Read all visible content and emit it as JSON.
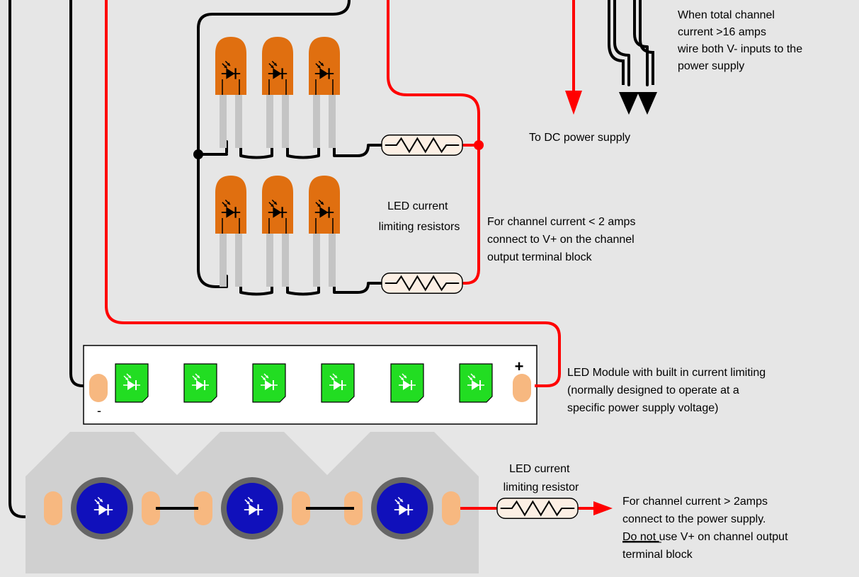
{
  "colors": {
    "background": "#e6e6e6",
    "wire_positive": "#ff0000",
    "wire_negative": "#000000",
    "led_orange": "#e06f10",
    "led_lead": "#c4c4c4",
    "resistor_body": "#fcefe4",
    "module_led": "#22dd22",
    "module_pad": "#f7b880",
    "power_led_blue": "#1010bb",
    "power_led_ring": "#666666",
    "power_led_octagon": "#d0d0d0",
    "junction_dot": "#000000"
  },
  "labels": {
    "v_minus_note": [
      "When total channel",
      "current >16 amps",
      "wire both V- inputs to the",
      "power supply"
    ],
    "dc_supply": "To DC power supply",
    "resistors_label": [
      "LED current",
      "limiting resistors"
    ],
    "low_current_note": [
      "For channel current < 2 amps",
      "connect to V+ on the channel",
      "output terminal block"
    ],
    "module_note": [
      "LED Module with built in current limiting",
      "(normally designed to operate at a",
      "specific power supply voltage)"
    ],
    "module_plus": "+",
    "module_minus": "-",
    "resistor_single": [
      "LED current",
      "limiting resistor"
    ],
    "high_current_note": {
      "line1": "For channel current > 2amps",
      "line2": "connect to the power supply.",
      "line3_underlined": "Do not ",
      "line3_rest": "use V+ on channel output",
      "line4": "terminal block"
    }
  },
  "icons": {
    "led_symbol": "led-diode-icon",
    "resistor": "resistor-zigzag-icon",
    "arrow": "arrow-down-icon"
  }
}
